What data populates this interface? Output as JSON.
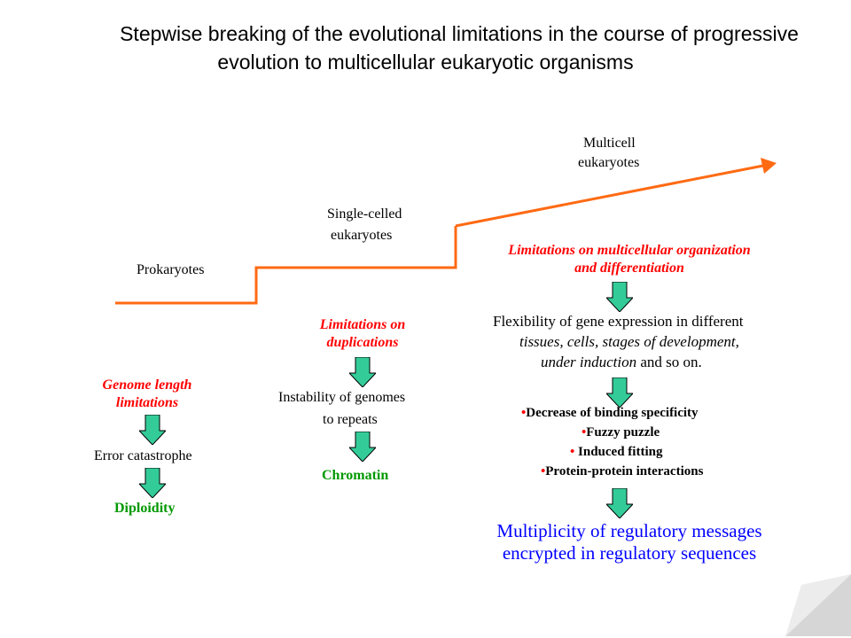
{
  "title": {
    "line1": "Stepwise breaking of the evolutional limitations in the course of progressive",
    "line2": "evolution to multicellular eukaryotic organisms"
  },
  "stages": {
    "prokaryotes": "Prokaryotes",
    "single_celled_line1": "Single-celled",
    "single_celled_line2": "eukaryotes",
    "multicell_line1": "Multicell",
    "multicell_line2": "eukaryotes"
  },
  "col1": {
    "limit_line1": "Genome length",
    "limit_line2": "limitations",
    "middle": "Error catastrophe",
    "result": "Diploidity"
  },
  "col2": {
    "limit_line1": "Limitations on",
    "limit_line2": "duplications",
    "middle_line1": "Instability of genomes",
    "middle_line2": "to repeats",
    "result": "Chromatin"
  },
  "col3": {
    "limit_line1": "Limitations on multicellular organization",
    "limit_line2": "and differentiation",
    "flex_line1": "Flexibility of gene expression in different",
    "flex_line2": "tissues, cells, stages of development,",
    "flex_line3a": "under induction",
    "flex_line3b": " and so on.",
    "bullets": [
      "Decrease of binding specificity",
      "Fuzzy puzzle",
      "Induced fitting",
      "Protein-protein interactions"
    ],
    "bullet_mark": "•",
    "result_line1": "Multiplicity of regulatory messages",
    "result_line2": "encrypted in regulatory sequences"
  },
  "colors": {
    "staircase": "#ff6a13",
    "arrow_fill": "#33cc99",
    "limit_text": "#ff0000",
    "result_text": "#009900",
    "final_text": "#0000ff"
  },
  "icons": {
    "down_arrow": "down-arrow-icon",
    "page_curl": "page-curl-icon"
  }
}
